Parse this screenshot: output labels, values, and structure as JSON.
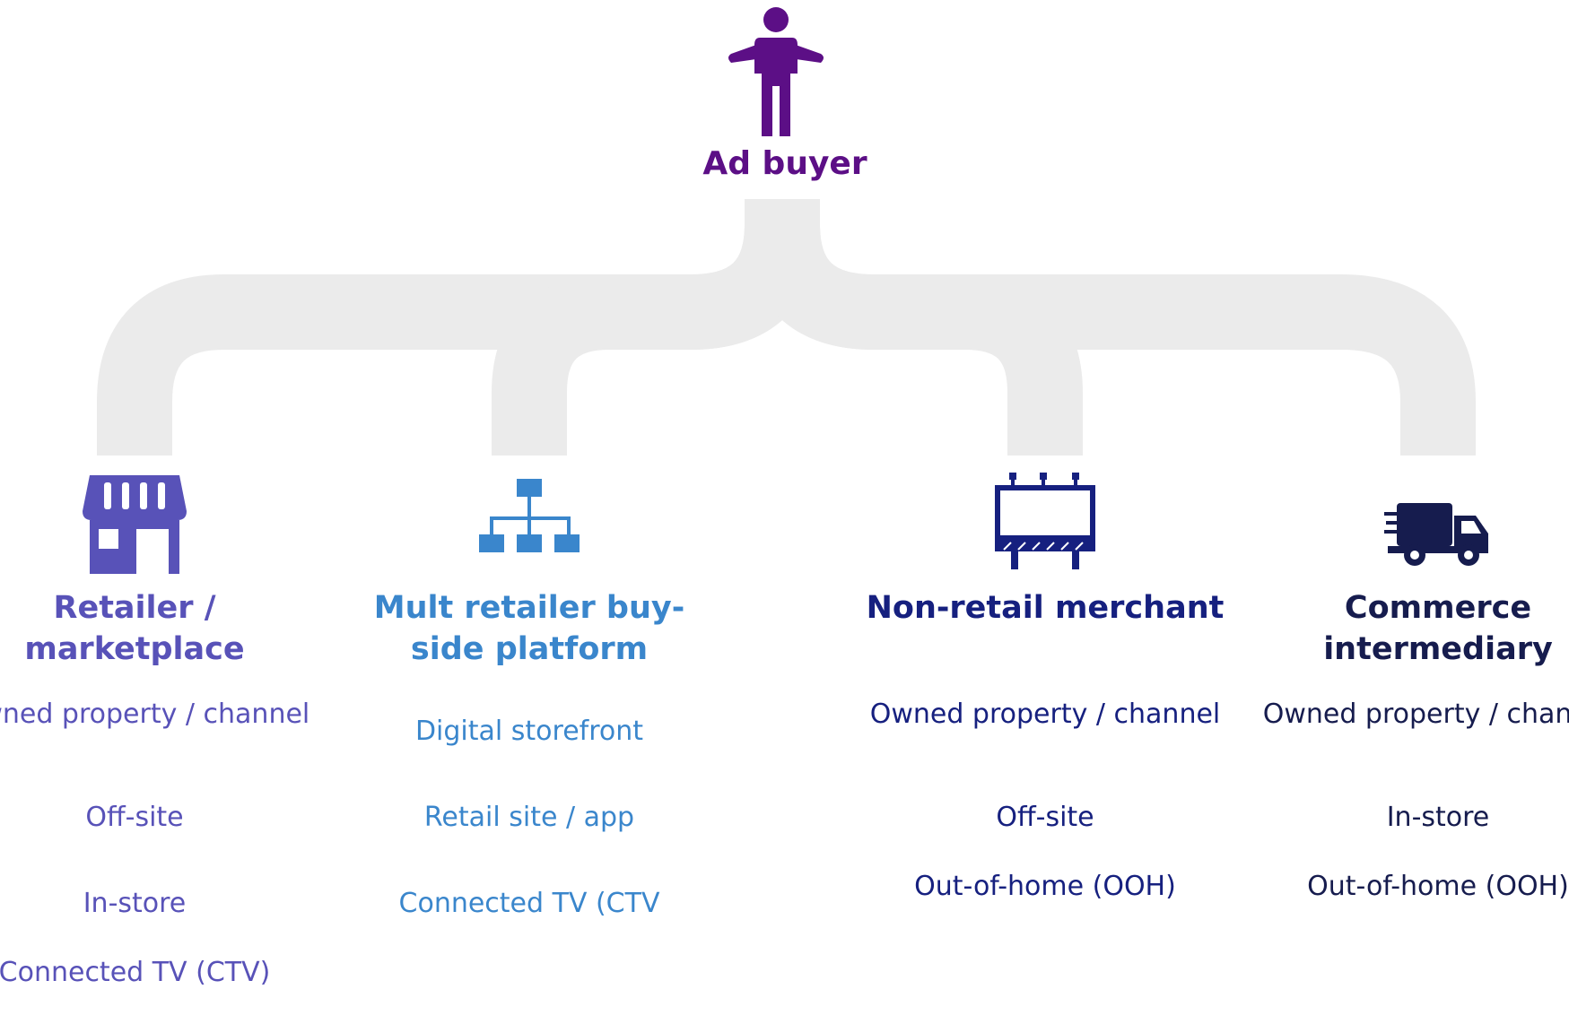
{
  "root": {
    "title": "Ad buyer",
    "icon": "person-icon",
    "color": "#5c0f86"
  },
  "connector_color": "#ebebeb",
  "columns": [
    {
      "title": "Retailer / marketplace",
      "icon": "storefront-icon",
      "color": "#5852b8",
      "items": [
        "Owned property / channel",
        "Off-site",
        "In-store",
        "Connected TV (CTV)"
      ]
    },
    {
      "title": "Mult retailer buy-side platform",
      "icon": "hierarchy-icon",
      "color": "#3a86cc",
      "items": [
        "Digital storefront",
        "Retail site / app",
        "Connected TV (CTV"
      ]
    },
    {
      "title": "Non-retail merchant",
      "icon": "billboard-icon",
      "color": "#16207f",
      "items": [
        "Owned property / channel",
        "Off-site",
        "Out-of-home (OOH)"
      ]
    },
    {
      "title": "Commerce intermediary",
      "icon": "delivery-truck-icon",
      "color": "#161c4e",
      "items": [
        "Owned property / channel",
        "In-store",
        "Out-of-home (OOH)"
      ]
    }
  ]
}
